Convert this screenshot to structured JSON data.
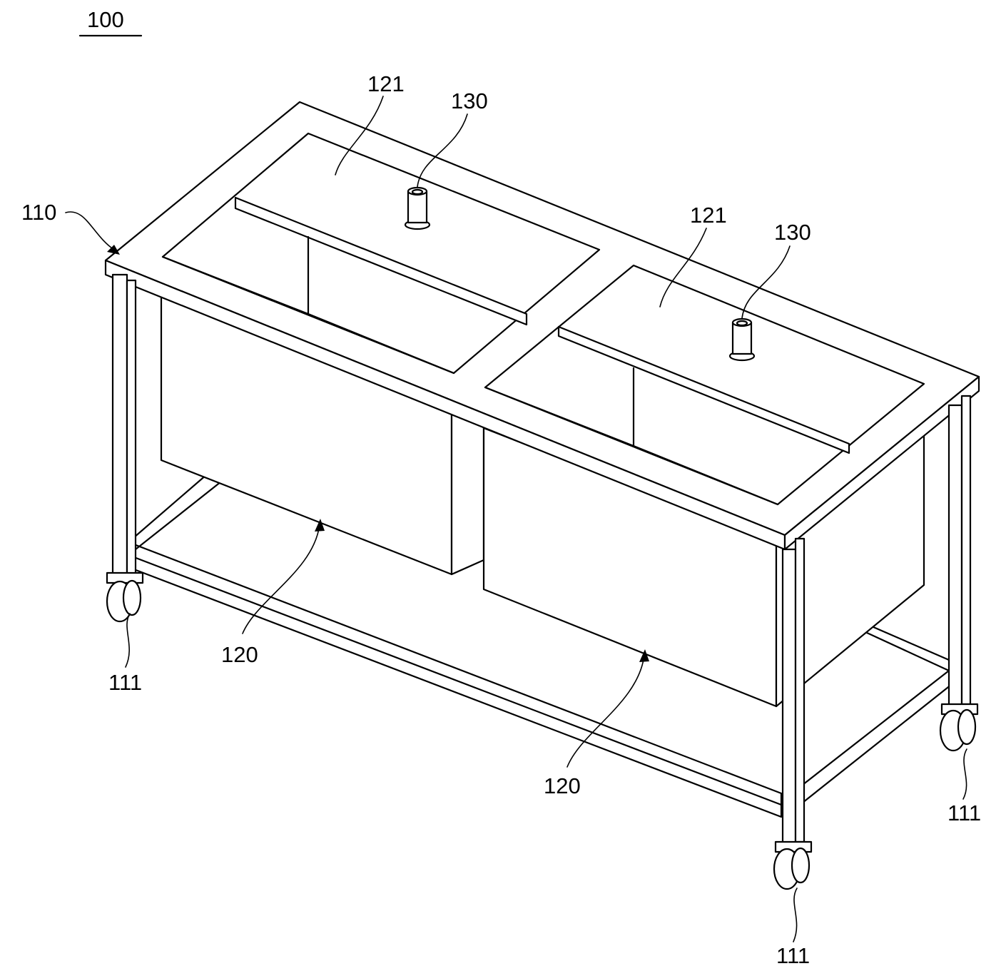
{
  "figure": {
    "title": "100"
  },
  "labels": {
    "frame": "110",
    "cover_left": "121",
    "cover_right": "121",
    "nozzle_left": "130",
    "nozzle_right": "130",
    "tank_left": "120",
    "tank_right": "120",
    "caster_front_left": "111",
    "caster_front_right": "111",
    "caster_back_right": "111"
  }
}
